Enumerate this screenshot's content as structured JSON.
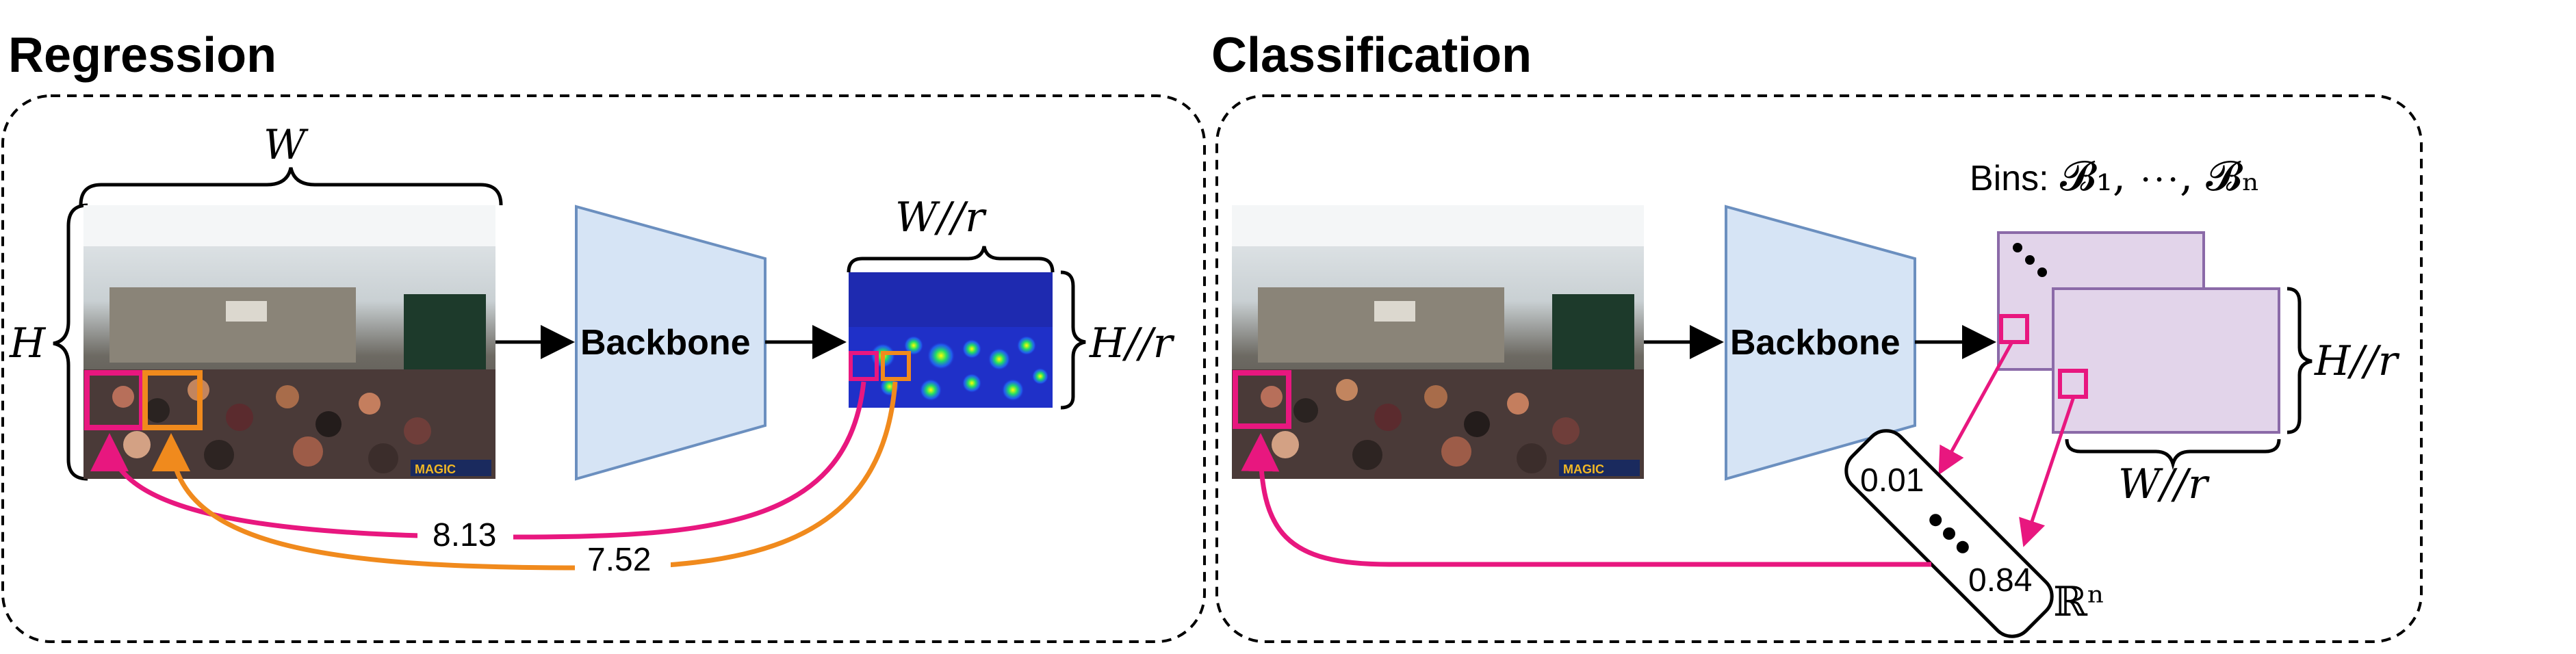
{
  "regression": {
    "title": "Regression",
    "width_label": "W",
    "height_label": "H",
    "backbone_label": "Backbone",
    "map_width_label": "W//r",
    "map_height_label": "H//r",
    "value_pink": "8.13",
    "value_orange": "7.52",
    "logo_text": "MAGIC"
  },
  "classification": {
    "title": "Classification",
    "backbone_label": "Backbone",
    "bins_prefix": "Bins:",
    "bins_math": "𝓑₁, ⋯, 𝓑ₙ",
    "map_width_label": "W//r",
    "map_height_label": "H//r",
    "prob_first": "0.01",
    "prob_last": "0.84",
    "space_label": "ℝⁿ",
    "logo_text": "MAGIC"
  },
  "colors": {
    "pink": "#e8177f",
    "orange": "#f08a1d",
    "backbone_fill": "#d6e4f5",
    "backbone_stroke": "#6b8fbf",
    "bin_fill": "#e2d4ea",
    "bin_stroke": "#8b6aa8"
  }
}
